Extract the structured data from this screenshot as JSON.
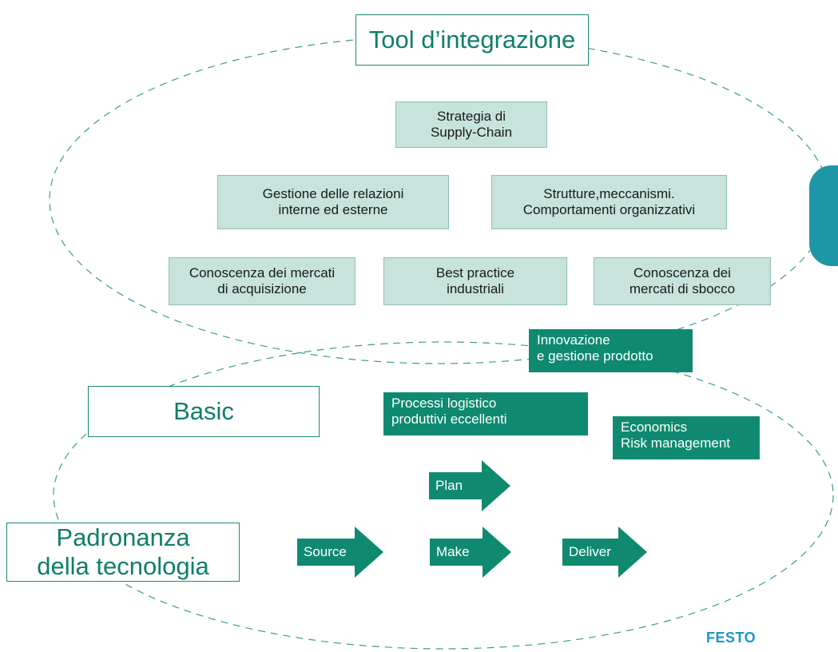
{
  "titles": {
    "tool": "Tool d’integrazione",
    "basic": "Basic",
    "padronanza": "Padronanza\ndella tecnologia"
  },
  "light_boxes": {
    "strategia": "Strategia di\nSupply-Chain",
    "gestione": "Gestione delle relazioni\ninterne ed esterne",
    "strutture": "Strutture,meccanismi.\nComportamenti organizzativi",
    "conoscenza_acq": "Conoscenza dei mercati\ndi acquisizione",
    "best_practice": "Best practice\nindustriali",
    "conoscenza_sbocco": "Conoscenza dei\nmercati di sbocco"
  },
  "dark_boxes": {
    "innovazione": "Innovazione\ne gestione prodotto",
    "processi": "Processi logistico\nproduttivi eccellenti",
    "economics": "Economics\nRisk management"
  },
  "arrows": {
    "plan": "Plan",
    "source": "Source",
    "make": "Make",
    "deliver": "Deliver"
  },
  "logo": "FESTO",
  "colors": {
    "accent": "#0f8a70",
    "light_fill": "#c7e3dc",
    "tab": "#1e96a8",
    "logo": "#1e96c8"
  }
}
